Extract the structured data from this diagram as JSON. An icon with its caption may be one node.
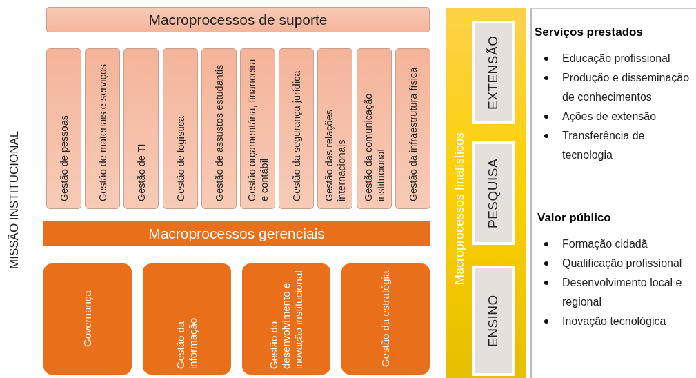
{
  "diagram": {
    "nodes": [
      {
        "text": [
          "Macroprocessos de suporte"
        ]
      },
      {
        "text": [
          "Gestão de pessoas"
        ]
      },
      {
        "text": [
          "Gestão de materiais e serviços"
        ]
      },
      {
        "text": [
          "Gestão de TI"
        ]
      },
      {
        "text": [
          "Gestão de logística"
        ]
      },
      {
        "text": [
          "Gestão de assustos estudantis"
        ]
      },
      {
        "text": [
          "Gestão orçamentária, financeira e contábil"
        ]
      },
      {
        "text": [
          "Gestão da segurança jurídica"
        ]
      },
      {
        "text": [
          "Gestão das relações internacionais"
        ]
      },
      {
        "text": [
          "Gestão da comunicação institucional"
        ]
      },
      {
        "text": [
          "Gestão da infraestrutura física"
        ]
      },
      {
        "text": [
          "Macroprocessos gerenciais"
        ]
      },
      {
        "text": [
          "Governança"
        ]
      },
      {
        "text": [
          "Gestão da informação"
        ]
      },
      {
        "text": [
          "Gestão do desenvolvimento e inovação institucional"
        ]
      },
      {
        "text": [
          "Gestão da estratégia"
        ]
      },
      {
        "text": [
          "Macroprocessos finalísticos"
        ]
      },
      {
        "text": [
          "EXTENSÃO"
        ],
        "in": 16
      },
      {
        "text": [
          "PESQUISA"
        ],
        "in": 16
      },
      {
        "text": [
          "ENSINO"
        ],
        "in": 16
      },
      {
        "text": [
          "Serviços prestados",
          "Educação profissional",
          "Produção e disseminação de conhecimentos",
          "Ações de extensão",
          "Transferência de tecnologia",
          "Valor público",
          "Formação cidadã",
          "Qualificação profissional",
          "Desenvolvimento local e regional",
          "Inovação tecnológica"
        ]
      }
    ],
    "edges": [],
    "labels": [
      "MISSÃO INSTITUCIONAL"
    ]
  }
}
